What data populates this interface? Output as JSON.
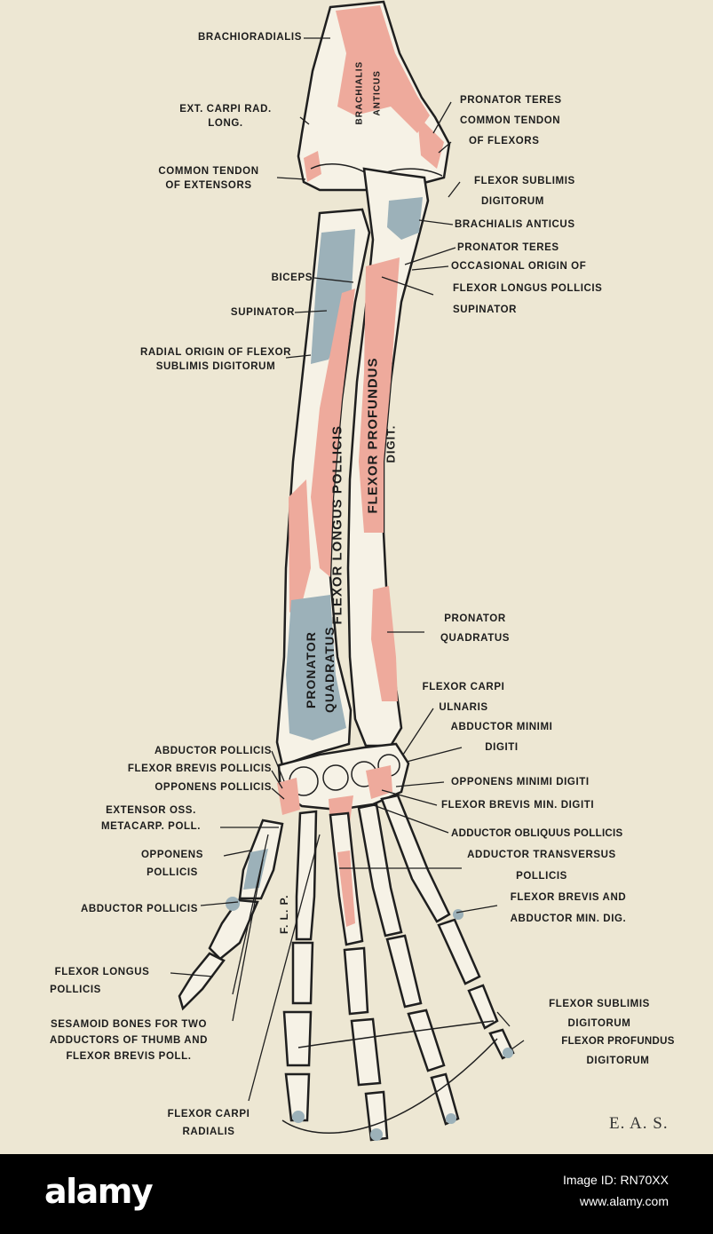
{
  "colors": {
    "background": "#ede7d3",
    "bone": "#f6f2e6",
    "outline": "#1f1f1f",
    "muscle_origin": "#eeaa9c",
    "muscle_insertion": "#9cb1b9",
    "footer": "#000000"
  },
  "labels_left": {
    "brachioradialis": "BRACHIORADIALIS",
    "ext_carpi_1": "EXT. CARPI RAD.",
    "ext_carpi_2": "LONG.",
    "common_ext_1": "COMMON TENDON",
    "common_ext_2": "OF EXTENSORS",
    "biceps": "BICEPS",
    "supinator": "SUPINATOR",
    "radial_origin_1": "RADIAL ORIGIN OF FLEXOR",
    "radial_origin_2": "SUBLIMIS DIGITORUM",
    "abd_pollicis": "ABDUCTOR POLLICIS",
    "flex_brevis_pollicis": "FLEXOR BREVIS POLLICIS",
    "opponens_pollicis": "OPPONENS POLLICIS",
    "ext_oss_1": "EXTENSOR OSS.",
    "ext_oss_2": "METACARP. POLL.",
    "opponens_1": "OPPONENS",
    "opponens_2": "POLLICIS",
    "abd_pollicis_2": "ABDUCTOR POLLICIS",
    "flex_longus_1": "FLEXOR LONGUS",
    "flex_longus_2": "POLLICIS",
    "sesamoid_1": "SESAMOID BONES FOR TWO",
    "sesamoid_2": "ADDUCTORS OF THUMB AND",
    "sesamoid_3": "FLEXOR BREVIS POLL.",
    "fcr_1": "FLEXOR CARPI",
    "fcr_2": "RADIALIS"
  },
  "labels_right": {
    "pronator_teres_top": "PRONATOR TERES",
    "common_flex_1": "COMMON TENDON",
    "common_flex_2": "OF FLEXORS",
    "flex_sub_1": "FLEXOR SUBLIMIS",
    "flex_sub_2": "DIGITORUM",
    "brachialis_anticus": "BRACHIALIS ANTICUS",
    "pronator_teres": "PRONATOR TERES",
    "occasional_1": "OCCASIONAL ORIGIN OF",
    "occasional_2": "FLEXOR LONGUS POLLICIS",
    "supinator_r": "SUPINATOR",
    "pronator_quad_1": "PRONATOR",
    "pronator_quad_2": "QUADRATUS",
    "fcu_1": "FLEXOR CARPI",
    "fcu_2": "ULNARIS",
    "abd_min_1": "ABDUCTOR MINIMI",
    "abd_min_2": "DIGITI",
    "opp_min": "OPPONENS MINIMI DIGITI",
    "flex_brevis_min": "FLEXOR BREVIS MIN. DIGITI",
    "add_obliquus": "ADDUCTOR OBLIQUUS POLLICIS",
    "add_trans_1": "ADDUCTOR TRANSVERSUS",
    "add_trans_2": "POLLICIS",
    "fb_abd_1": "FLEXOR BREVIS AND",
    "fb_abd_2": "ABDUCTOR MIN. DIG.",
    "flex_sub_d1": "FLEXOR SUBLIMIS",
    "flex_sub_d2": "DIGITORUM",
    "flex_prof_1": "FLEXOR PROFUNDUS",
    "flex_prof_2": "DIGITORUM"
  },
  "bone_labels": {
    "brachialis": "BRACHIALIS",
    "anticus": "ANTICUS",
    "flexor_longus_pollicis": "FLEXOR LONGUS POLLICIS",
    "flexor_profundus": "FLEXOR PROFUNDUS",
    "digit": "DIGIT.",
    "pronator": "PRONATOR",
    "quadratus": "QUADRATUS",
    "flp": "F. L. P."
  },
  "signature": "E. A. S.",
  "footer": {
    "brand": "alamy",
    "image_id": "Image ID: RN70XX",
    "url": "www.alamy.com"
  }
}
